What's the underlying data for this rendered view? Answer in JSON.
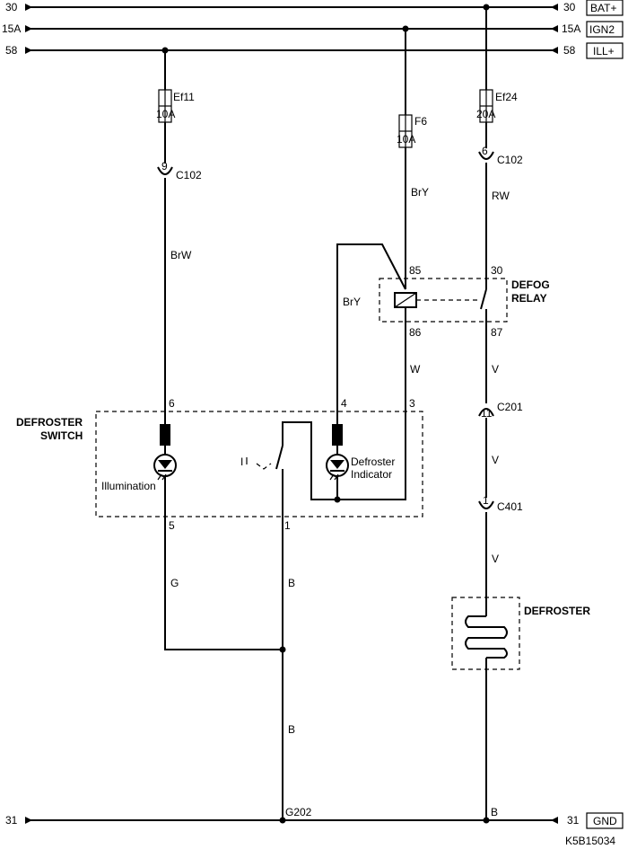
{
  "buses": {
    "bat": {
      "left": "30",
      "right": "30",
      "tag": "BAT+"
    },
    "ign": {
      "left": "15A",
      "right": "15A",
      "tag": "IGN2"
    },
    "ill": {
      "left": "58",
      "right": "58",
      "tag": "ILL+"
    },
    "gnd": {
      "left": "31",
      "right": "31",
      "tag": "GND"
    }
  },
  "fuses": {
    "ef11": {
      "name": "Ef11",
      "rating": "10A"
    },
    "f6": {
      "name": "F6",
      "rating": "10A"
    },
    "ef24": {
      "name": "Ef24",
      "rating": "20A"
    }
  },
  "connectors": {
    "c102_left": {
      "pin": "9",
      "name": "C102"
    },
    "c102_right": {
      "pin": "6",
      "name": "C102"
    },
    "c201": {
      "pin": "11",
      "name": "C201"
    },
    "c401": {
      "pin": "1",
      "name": "C401"
    }
  },
  "wires": {
    "brw": "BrW",
    "bry_top": "BrY",
    "bry_mid": "BrY",
    "rw": "RW",
    "w": "W",
    "v1": "V",
    "v2": "V",
    "v3": "V",
    "g": "G",
    "b1": "B",
    "b2": "B"
  },
  "relay": {
    "title_line1": "DEFOG",
    "title_line2": "RELAY",
    "pin85": "85",
    "pin86": "86",
    "pin30": "30",
    "pin87": "87"
  },
  "switch": {
    "title_line1": "DEFROSTER",
    "title_line2": "SWITCH",
    "pin6": "6",
    "pin4": "4",
    "pin3": "3",
    "pin5": "5",
    "pin1": "1",
    "illumination": "Illumination",
    "indicator_line1": "Defroster",
    "indicator_line2": "Indicator",
    "switch_mark": "I"
  },
  "defroster": {
    "title": "DEFROSTER"
  },
  "grounds": {
    "g202": "G202",
    "b": "B"
  },
  "diagram_id": "K5B15034"
}
